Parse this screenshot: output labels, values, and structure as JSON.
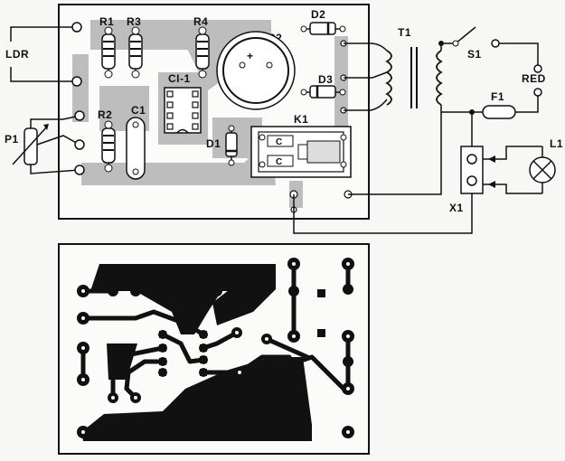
{
  "layout_diagram": {
    "labels": {
      "ldr": "LDR",
      "p1": "P1",
      "r1": "R1",
      "r2": "R2",
      "r3": "R3",
      "r4": "R4",
      "ci1": "CI-1",
      "c1": "C1",
      "c2": "C2",
      "c2_polarity": "+",
      "d1": "D1",
      "d2": "D2",
      "d3": "D3",
      "k1": "K1",
      "k1_contact_c": "C",
      "t1": "T1",
      "s1": "S1",
      "red": "RED",
      "f1": "F1",
      "x1": "X1",
      "l1": "L1"
    }
  },
  "copper_side": {}
}
